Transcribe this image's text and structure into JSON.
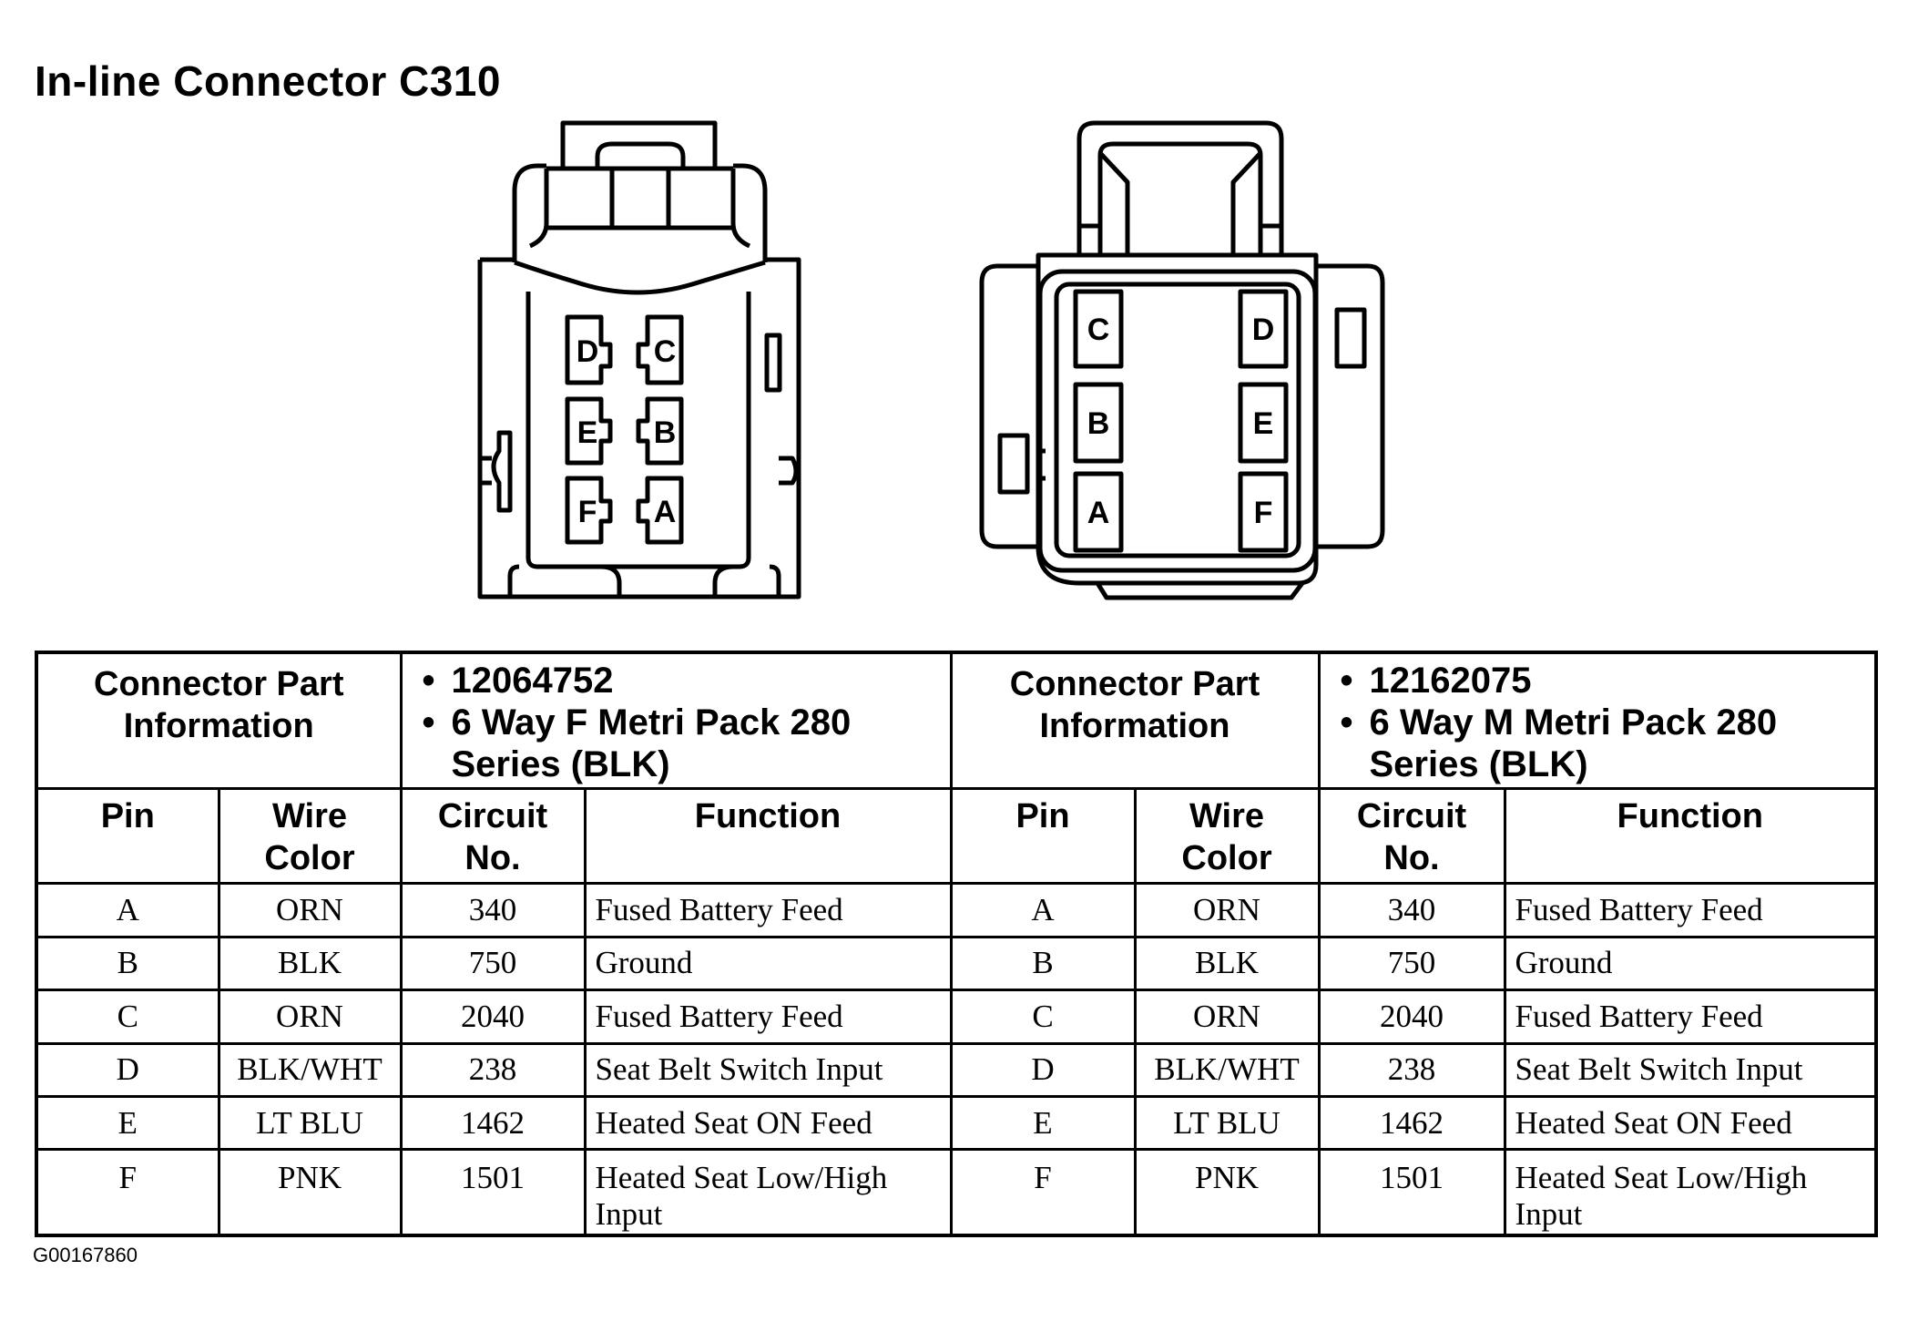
{
  "title": "In-line Connector C310",
  "footer_code": "G00167860",
  "diagram": {
    "female_pins": [
      "D",
      "C",
      "E",
      "B",
      "F",
      "A"
    ],
    "male_pins": [
      "C",
      "D",
      "B",
      "E",
      "A",
      "F"
    ]
  },
  "table": {
    "left": {
      "info_label": "Connector Part Information",
      "part_number": "12064752",
      "description": "6 Way F Metri Pack 280 Series (BLK)"
    },
    "right": {
      "info_label": "Connector Part Information",
      "part_number": "12162075",
      "description": "6 Way M Metri Pack 280 Series (BLK)"
    },
    "columns": [
      "Pin",
      "Wire Color",
      "Circuit No.",
      "Function"
    ],
    "rows": [
      {
        "pin": "A",
        "wire": "ORN",
        "circuit": "340",
        "function": "Fused Battery Feed"
      },
      {
        "pin": "B",
        "wire": "BLK",
        "circuit": "750",
        "function": "Ground"
      },
      {
        "pin": "C",
        "wire": "ORN",
        "circuit": "2040",
        "function": "Fused Battery Feed"
      },
      {
        "pin": "D",
        "wire": "BLK/WHT",
        "circuit": "238",
        "function": "Seat Belt Switch Input"
      },
      {
        "pin": "E",
        "wire": "LT BLU",
        "circuit": "1462",
        "function": "Heated Seat ON Feed"
      },
      {
        "pin": "F",
        "wire": "PNK",
        "circuit": "1501",
        "function": "Heated Seat Low/High Input"
      }
    ]
  }
}
